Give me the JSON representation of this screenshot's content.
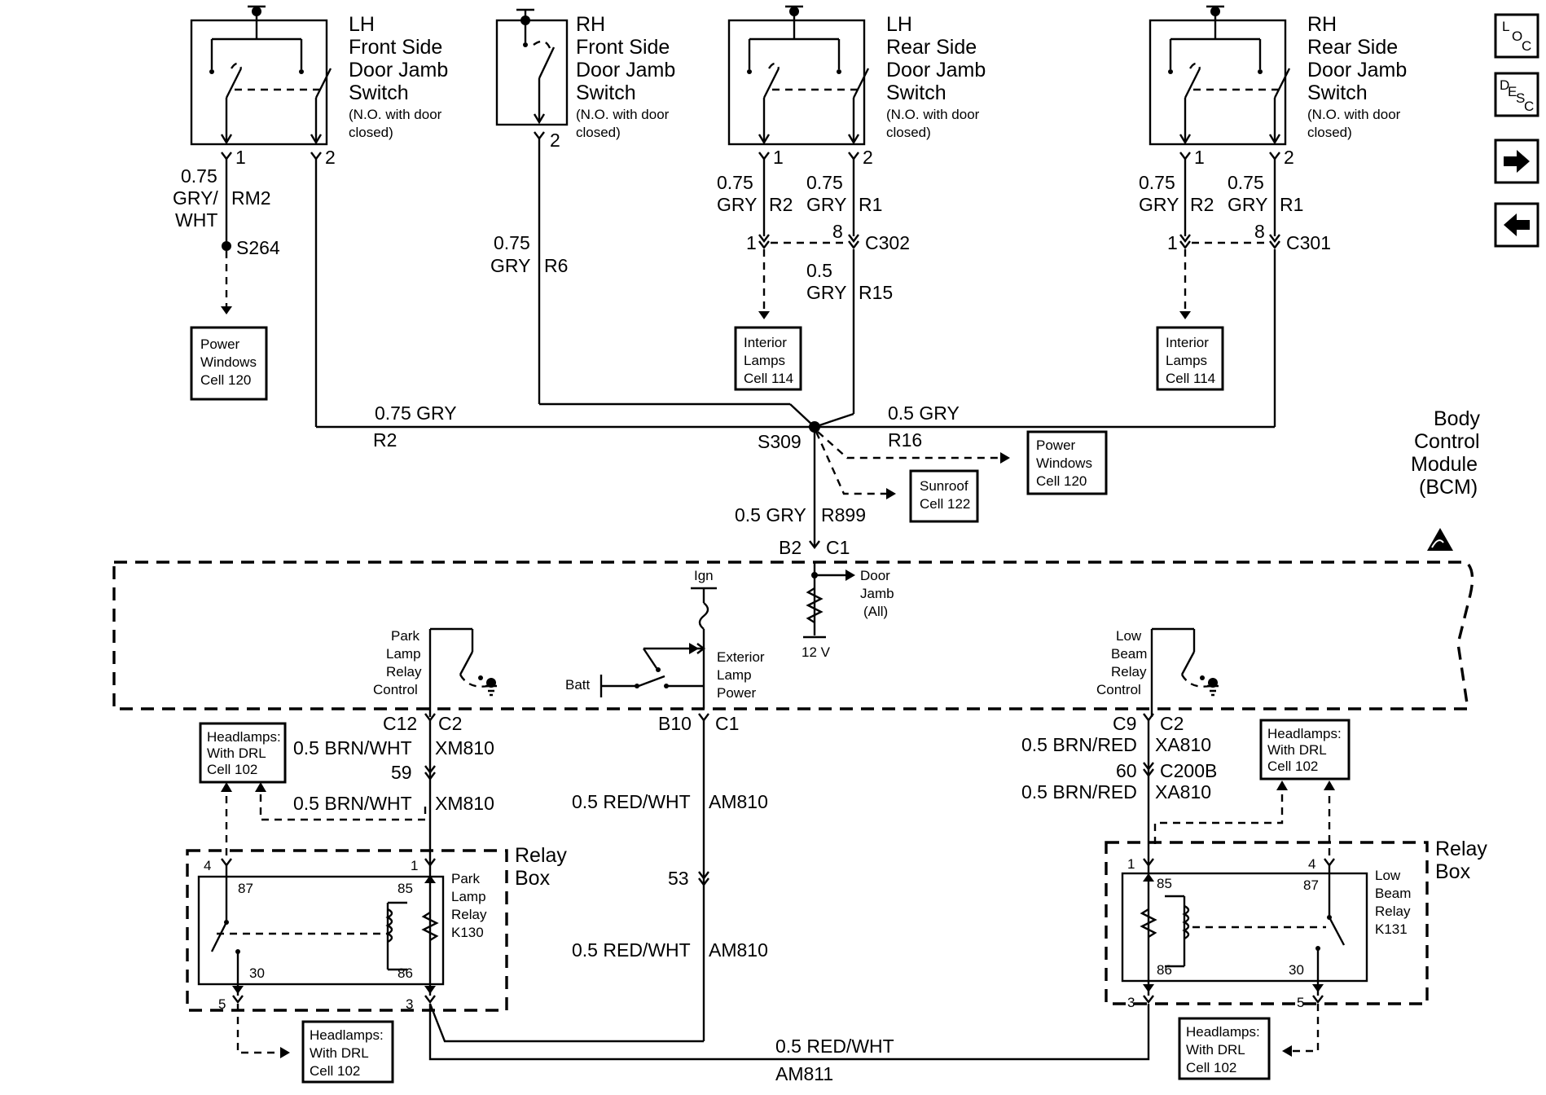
{
  "nav": {
    "loc": [
      "L",
      "O",
      "C"
    ],
    "desc": [
      "D",
      "E",
      "S",
      "C"
    ]
  },
  "switches": {
    "lh_front": {
      "l1": "LH",
      "l2": "Front Side",
      "l3": "Door Jamb",
      "l4": "Switch",
      "n1": "(N.O. with door",
      "n2": "closed)",
      "pin1": "1",
      "pin2": "2"
    },
    "rh_front": {
      "l1": "RH",
      "l2": "Front Side",
      "l3": "Door Jamb",
      "l4": "Switch",
      "n1": "(N.O. with door",
      "n2": "closed)",
      "pin2": "2"
    },
    "lh_rear": {
      "l1": "LH",
      "l2": "Rear Side",
      "l3": "Door Jamb",
      "l4": "Switch",
      "n1": "(N.O. with door",
      "n2": "closed)",
      "pin1": "1",
      "pin2": "2"
    },
    "rh_rear": {
      "l1": "RH",
      "l2": "Rear Side",
      "l3": "Door Jamb",
      "l4": "Switch",
      "n1": "(N.O. with door",
      "n2": "closed)",
      "pin1": "1",
      "pin2": "2"
    }
  },
  "wires": {
    "w1a": "0.75",
    "w1b": "GRY/",
    "w1c": "RM2",
    "w1d": "WHT",
    "w2a": "0.75",
    "w2b": "GRY",
    "w2c": "R6",
    "w3a": "0.75",
    "w3b": "GRY",
    "w3c": "R2",
    "w4a": "0.75",
    "w4b": "GRY",
    "w4c": "R1",
    "w5a": "0.5",
    "w5b": "GRY",
    "w5c": "R15",
    "w6a": "0.75",
    "w6b": "GRY",
    "w6c": "R2",
    "w7a": "0.75",
    "w7b": "GRY",
    "w7c": "R1",
    "w8a": "0.75 GRY",
    "w8b": "R2",
    "w9a": "0.5 GRY",
    "w9b": "R16",
    "w10a": "0.5 GRY",
    "w10b": "R899",
    "w11a": "0.5 BRN/WHT",
    "w11b": "XM810",
    "w12a": "0.5 BRN/WHT",
    "w12b": "XM810",
    "w13a": "0.5 RED/WHT",
    "w13b": "AM810",
    "w14a": "0.5 RED/WHT",
    "w14b": "AM810",
    "w15a": "0.5 BRN/RED",
    "w15b": "XA810",
    "w16a": "0.5 BRN/RED",
    "w16b": "XA810",
    "w17a": "0.5 RED/WHT",
    "w17b": "AM811"
  },
  "splices": {
    "s264": "S264",
    "s309": "S309"
  },
  "connectors": {
    "c302": "C302",
    "c302_1": "1",
    "c302_8": "8",
    "c301": "C301",
    "c301_1": "1",
    "c301_8": "8",
    "b2": "B2",
    "c1a": "C1",
    "c12": "C12",
    "c2a": "C2",
    "p59": "59",
    "b10": "B10",
    "c1b": "C1",
    "p53": "53",
    "c9": "C9",
    "c2b": "C2",
    "p60": "60",
    "c200b": "C200B"
  },
  "refs": {
    "pw1": [
      "Power",
      "Windows",
      "Cell 120"
    ],
    "il1": [
      "Interior",
      "Lamps",
      "Cell 114"
    ],
    "il2": [
      "Interior",
      "Lamps",
      "Cell 114"
    ],
    "sr": [
      "Sunroof",
      "Cell 122"
    ],
    "pw2": [
      "Power",
      "Windows",
      "Cell 120"
    ],
    "hl1": [
      "Headlamps:",
      "With DRL",
      "Cell 102"
    ],
    "hl2": [
      "Headlamps:",
      "With DRL",
      "Cell 102"
    ],
    "hl3": [
      "Headlamps:",
      "With DRL",
      "Cell 102"
    ],
    "hl4": [
      "Headlamps:",
      "With DRL",
      "Cell 102"
    ]
  },
  "bcm": {
    "title": [
      "Body",
      "Control",
      "Module",
      "(BCM)"
    ],
    "door": [
      "Door",
      "Jamb",
      "(All)"
    ],
    "v12": "12 V",
    "ign": "Ign",
    "batt": "Batt",
    "ext": [
      "Exterior",
      "Lamp",
      "Power"
    ],
    "park": [
      "Park",
      "Lamp",
      "Relay",
      "Control"
    ],
    "low": [
      "Low",
      "Beam",
      "Relay",
      "Control"
    ]
  },
  "relays": {
    "left": {
      "box": [
        "Relay",
        "Box"
      ],
      "name": [
        "Park",
        "Lamp",
        "Relay",
        "K130"
      ],
      "p87": "87",
      "p85": "85",
      "p30": "30",
      "p86": "86",
      "p4": "4",
      "p1": "1",
      "p5": "5",
      "p3": "3"
    },
    "right": {
      "box": [
        "Relay",
        "Box"
      ],
      "name": [
        "Low",
        "Beam",
        "Relay",
        "K131"
      ],
      "p85": "85",
      "p87": "87",
      "p86": "86",
      "p30": "30",
      "p1": "1",
      "p4": "4",
      "p3": "3",
      "p5": "5"
    }
  }
}
